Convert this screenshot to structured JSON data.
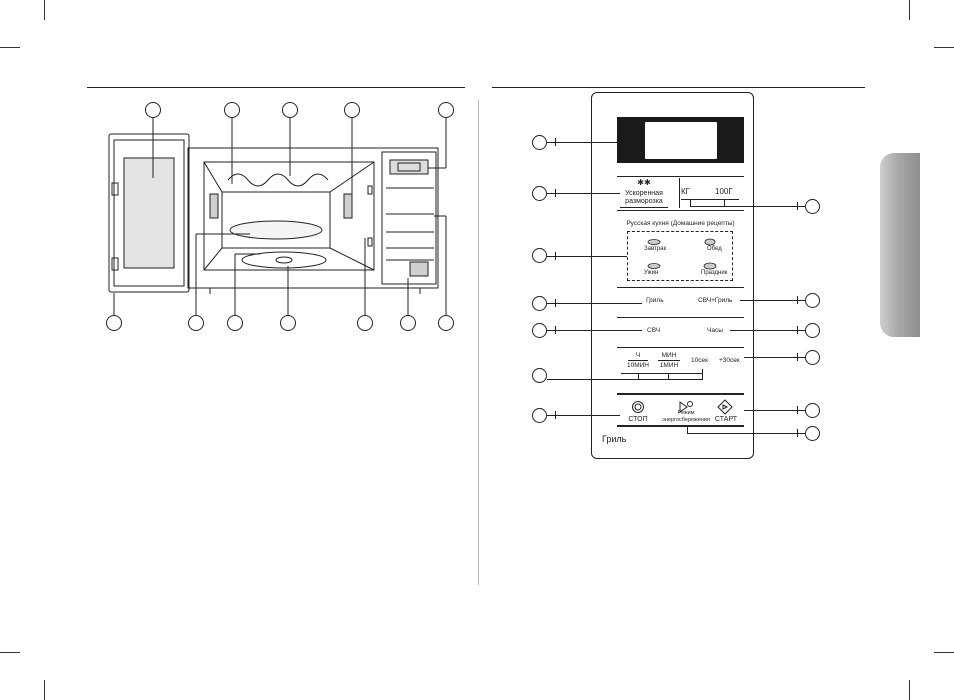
{
  "control_panel": {
    "defrost_icon": "✱✱",
    "defrost_label_1": "Ускоренная",
    "defrost_label_2": "разморозка",
    "weight_kg": "КГ",
    "weight_100g": "100Г",
    "russian_cuisine_title": "Русская кухня (Домашние рецепты)",
    "dishes": [
      "Завтрак",
      "Обед",
      "Ужин",
      "Праздник"
    ],
    "grill_button": "Гриль",
    "mw_grill_button": "СВЧ+Гриль",
    "mw_button": "СВЧ",
    "clock_button": "Часы",
    "hour_top": "Ч",
    "hour_bottom": "10МИН",
    "min_top": "МИН",
    "min_bottom": "1МИН",
    "ten_sec": "10сек",
    "plus_30_sec": "+30сек",
    "stop_label": "СТОП",
    "eco_label_1": "Режим",
    "eco_label_2": "энергосбережения",
    "start_label": "СТАРТ",
    "footer_mode": "Гриль"
  },
  "colors": {
    "display_bg": "#1a1a1a",
    "line": "#222222",
    "tab_grey": "#9a9a9a"
  }
}
